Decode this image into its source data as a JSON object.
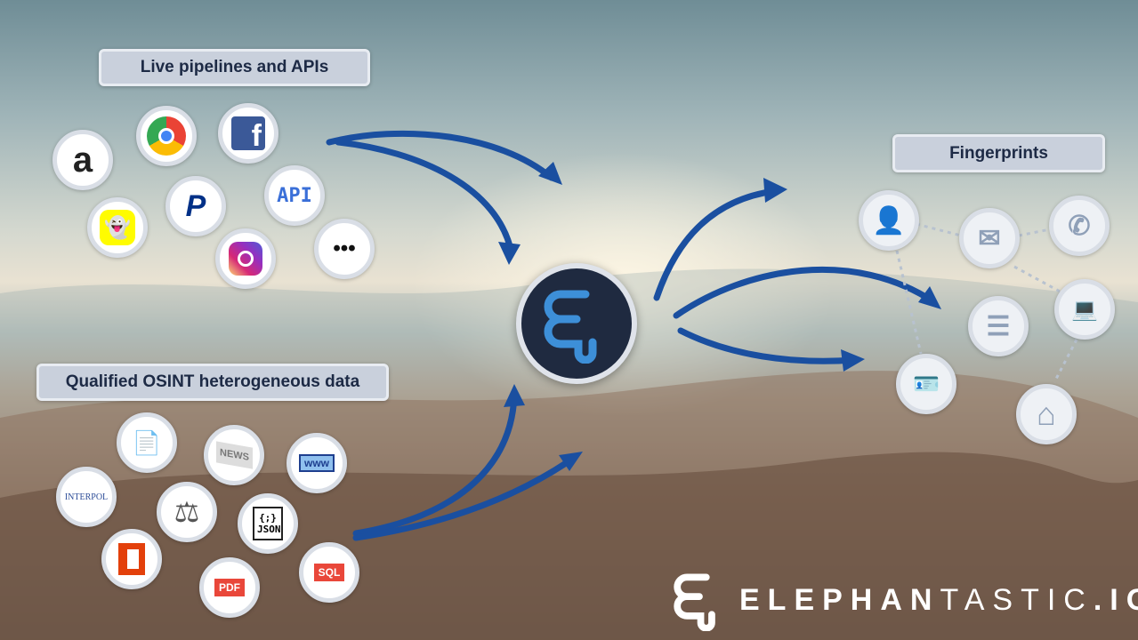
{
  "labels": {
    "live": "Live pipelines and APIs",
    "osint": "Qualified OSINT heterogeneous data",
    "fingerprints": "Fingerprints"
  },
  "sources_live": [
    {
      "name": "amazon",
      "glyph": "a"
    },
    {
      "name": "chrome",
      "glyph": ""
    },
    {
      "name": "facebook",
      "glyph": "f"
    },
    {
      "name": "snapchat",
      "glyph": "👻"
    },
    {
      "name": "paypal",
      "glyph": "P"
    },
    {
      "name": "api",
      "glyph": "API"
    },
    {
      "name": "instagram",
      "glyph": ""
    },
    {
      "name": "more",
      "glyph": "•••"
    }
  ],
  "sources_osint": [
    {
      "name": "document",
      "glyph": "📄"
    },
    {
      "name": "news",
      "glyph": "NEWS"
    },
    {
      "name": "www",
      "glyph": "www"
    },
    {
      "name": "interpol",
      "glyph": "INTERPOL"
    },
    {
      "name": "justice",
      "glyph": "⚖"
    },
    {
      "name": "json",
      "glyph": "{;} JSON"
    },
    {
      "name": "office",
      "glyph": ""
    },
    {
      "name": "pdf",
      "glyph": "PDF"
    },
    {
      "name": "sql",
      "glyph": "SQL"
    }
  ],
  "fingerprints": [
    {
      "name": "person",
      "glyph": "👤"
    },
    {
      "name": "email",
      "glyph": "✉"
    },
    {
      "name": "phone",
      "glyph": "✆"
    },
    {
      "name": "laptop",
      "glyph": "💻"
    },
    {
      "name": "server",
      "glyph": "☰"
    },
    {
      "name": "id-card",
      "glyph": "🪪"
    },
    {
      "name": "home",
      "glyph": "⌂"
    }
  ],
  "brand": {
    "bold": "ELEPHAN",
    "light": "TASTIC",
    "suffix": ".IO"
  },
  "colors": {
    "arrow": "#1a4fa0",
    "hub": "#1f2a40",
    "accent": "#3d8fd8"
  }
}
